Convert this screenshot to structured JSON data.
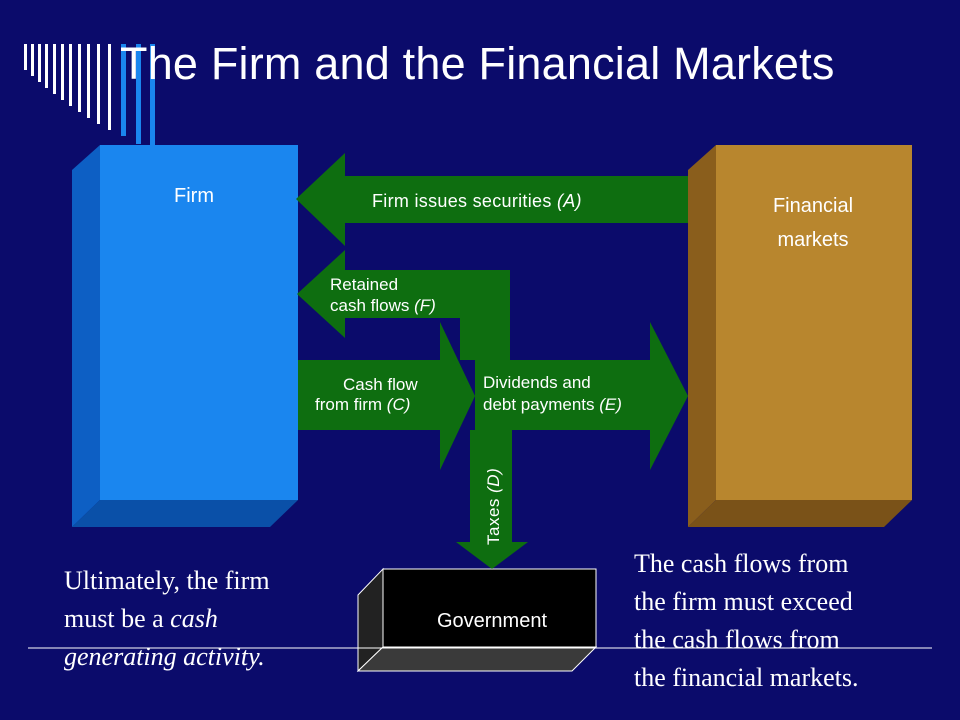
{
  "slide": {
    "title": "The Firm and the Financial Markets"
  },
  "diagram": {
    "firm_label": "Firm",
    "markets_label_line1": "Financial",
    "markets_label_line2": "markets",
    "government_label": "Government",
    "arrow_a": {
      "text": "Firm issues securities ",
      "tag": "(A)"
    },
    "arrow_f": {
      "line1": "Retained",
      "line2": "cash flows ",
      "tag": "(F)"
    },
    "arrow_c": {
      "line1": "Cash flow",
      "line2": "from firm ",
      "tag": "(C)"
    },
    "arrow_e": {
      "line1": "Dividends and",
      "line2": "debt payments ",
      "tag": "(E)"
    },
    "arrow_d": {
      "text": "Taxes ",
      "tag": "(D)"
    }
  },
  "notes": {
    "left": {
      "line1": "Ultimately, the firm",
      "line2_plain": "must be a ",
      "line2_italic": "cash",
      "line3_italic": "generating activity."
    },
    "right": {
      "line1": "The cash flows from",
      "line2": "the firm must exceed",
      "line3": "the cash flows from",
      "line4": "the financial markets."
    }
  },
  "colors": {
    "background": "#0b0b6b",
    "firm_front": "#1a86ef",
    "firm_side": "#0d5fc4",
    "markets_front": "#b8862e",
    "markets_side": "#8a5e1c",
    "arrow_green": "#0e6e10",
    "government_box": "#000000",
    "text_white": "#ffffff"
  },
  "icons": {
    "corner": "vertical-stripes-decoration"
  }
}
